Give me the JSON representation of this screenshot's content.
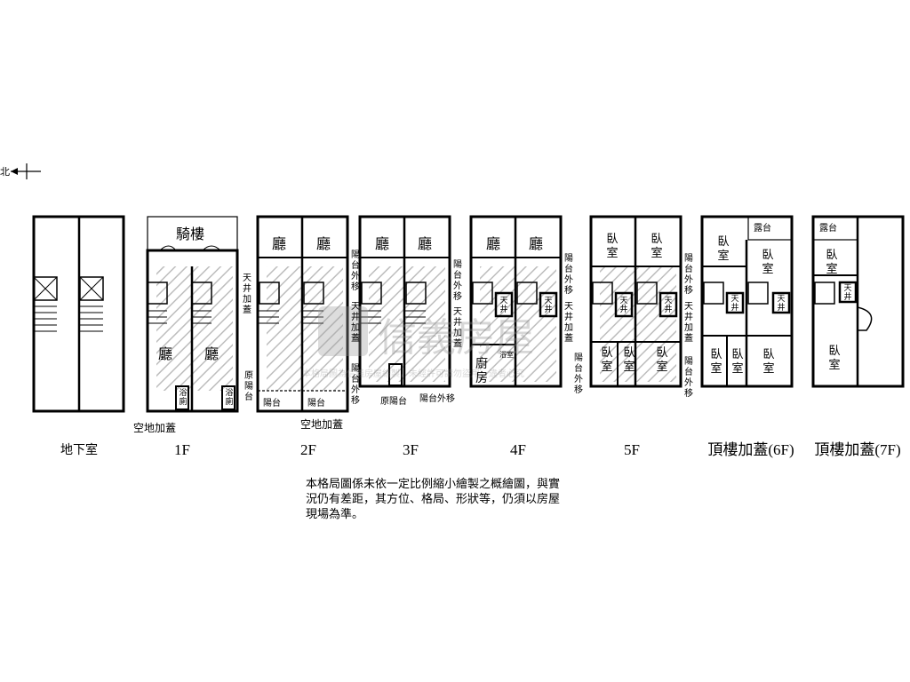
{
  "north_label": "北",
  "floors": [
    {
      "label": "地下室"
    },
    {
      "label": "1F"
    },
    {
      "label": "2F"
    },
    {
      "label": "3F"
    },
    {
      "label": "4F"
    },
    {
      "label": "5F"
    },
    {
      "label": "頂樓加蓋(6F)"
    },
    {
      "label": "頂樓加蓋(7F)"
    }
  ],
  "rooms": {
    "arcade": "騎樓",
    "hall": "廳",
    "bedroom": "臥\n室",
    "kitchen": "廚\n房",
    "bath": "浴\n廁",
    "toilet": "浴室",
    "lightwell": "天\n井",
    "terrace": "露台",
    "balcony": "陽台"
  },
  "notes": {
    "lightwell_cover": "天井加蓋",
    "orig_balcony_v": "原陽台",
    "balcony_out_v": "陽台外移",
    "empty_cover": "空地加蓋",
    "orig_balcony": "原陽台",
    "balcony_out": "陽台外移"
  },
  "disclaimer": "本格局圖係未依一定比例縮小繪製之概繪圖，與實況仍有差距，其方位、格局、形狀等，仍須以房屋現場為準。",
  "watermark": {
    "brand": "信義房屋",
    "notice": "本格局圖為信義房屋繪製，未經許可請勿盜用、違者必究"
  }
}
